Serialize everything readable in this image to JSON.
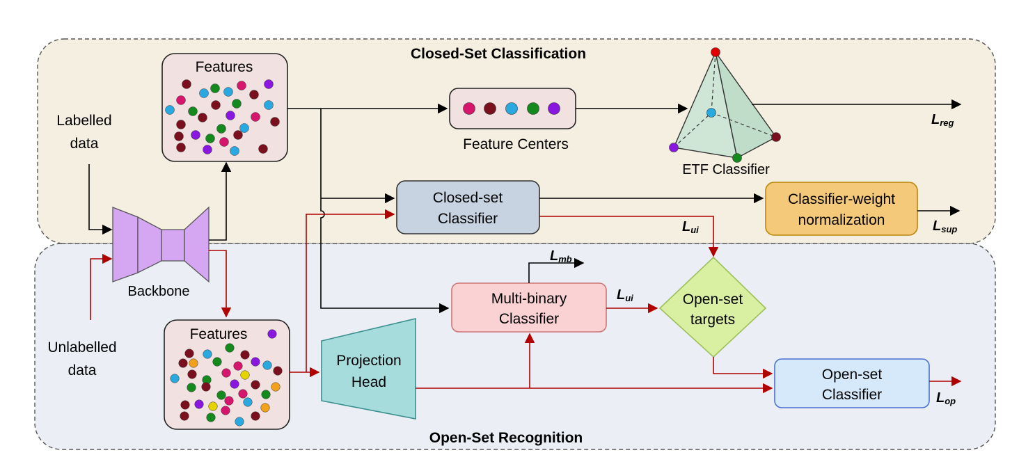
{
  "regions": {
    "closed_set": {
      "title": "Closed-Set Classification",
      "fill": "#f4efe0"
    },
    "open_set": {
      "title": "Open-Set Recognition",
      "fill": "#ebeff5"
    }
  },
  "inputs": {
    "labelled": {
      "line1": "Labelled",
      "line2": "data"
    },
    "unlabelled": {
      "line1": "Unlabelled",
      "line2": "data"
    }
  },
  "nodes": {
    "backbone": {
      "label": "Backbone",
      "color": "#d5a6f2"
    },
    "features_top": {
      "label": "Features"
    },
    "features_bottom": {
      "label": "Features"
    },
    "feature_centers": {
      "label": "Feature Centers"
    },
    "etf_classifier": {
      "label": "ETF Classifier"
    },
    "closed_set_classifier": {
      "line1": "Closed-set",
      "line2": "Classifier",
      "color": "#c7d3e0"
    },
    "classifier_weight_norm": {
      "line1": "Classifier-weight",
      "line2": "normalization",
      "color": "#f5c97a"
    },
    "projection_head": {
      "line1": "Projection",
      "line2": "Head",
      "color": "#a6dcdc"
    },
    "multi_binary_classifier": {
      "line1": "Multi-binary",
      "line2": "Classifier",
      "color": "#fad2d4"
    },
    "open_set_targets": {
      "line1": "Open-set",
      "line2": "targets",
      "color": "#d9f0a3"
    },
    "open_set_classifier": {
      "line1": "Open-set",
      "line2": "Classifier",
      "color": "#d6e9fb"
    }
  },
  "losses": {
    "reg": {
      "main": "L",
      "sub": "reg"
    },
    "sup": {
      "main": "L",
      "sub": "sup"
    },
    "ui_top": {
      "main": "L",
      "sub": "ui"
    },
    "mb": {
      "main": "L",
      "sub": "mb"
    },
    "ui_mid": {
      "main": "L",
      "sub": "ui"
    },
    "op": {
      "main": "L",
      "sub": "op"
    }
  },
  "colors": {
    "dot_colors": [
      "#7a0f1e",
      "#d6156d",
      "#2aa8e0",
      "#14891e",
      "#8a17e0",
      "#f2a21a",
      "#e6d400"
    ],
    "labelled_arrow": "#000000",
    "unlabelled_arrow": "#b00000"
  }
}
